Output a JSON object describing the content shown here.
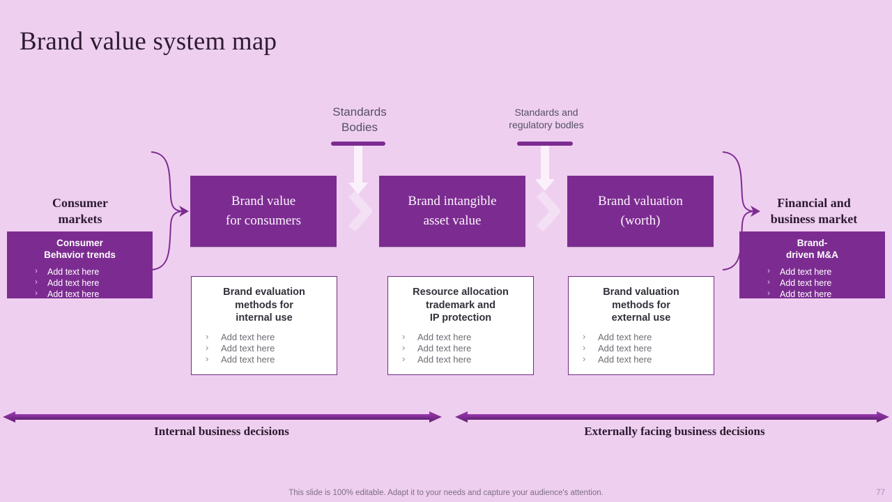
{
  "slide": {
    "title": "Brand value system map",
    "background_color": "#efcff0",
    "accent_color": "#7c2c91",
    "page_number": "77",
    "footer_note": "This slide is 100% editable. Adapt it to your needs and capture your audience's attention."
  },
  "top_labels": [
    {
      "text": "Standards\nBodies",
      "line1": "Standards",
      "line2": "Bodies"
    },
    {
      "text": "Standards and\nregulatory bodles",
      "line1": "Standards and",
      "line2": "regulatory bodles"
    }
  ],
  "main_boxes": [
    {
      "line1": "Brand value",
      "line2": "for consumers"
    },
    {
      "line1": "Brand intangible",
      "line2": "asset value"
    },
    {
      "line1": "Brand  valuation",
      "line2": "(worth)"
    }
  ],
  "detail_boxes": [
    {
      "title_line1": "Brand evaluation",
      "title_line2": "methods for",
      "title_line3": "internal use",
      "bullets": [
        "Add text here",
        "Add text here",
        "Add text here"
      ]
    },
    {
      "title_line1": "Resource allocation",
      "title_line2": "trademark and",
      "title_line3": "IP protection",
      "bullets": [
        "Add text here",
        "Add text here",
        "Add text here"
      ]
    },
    {
      "title_line1": "Brand valuation",
      "title_line2": "methods for",
      "title_line3": "external use",
      "bullets": [
        "Add text here",
        "Add text here",
        "Add text here"
      ]
    }
  ],
  "left_side": {
    "heading_line1": "Consumer",
    "heading_line2": "markets",
    "box_title_line1": "Consumer",
    "box_title_line2": "Behavior trends",
    "bullets": [
      "Add text here",
      "Add text here",
      "Add text here"
    ]
  },
  "right_side": {
    "heading_line1": "Financial and",
    "heading_line2": "business market",
    "box_title_line1": "Brand-",
    "box_title_line2": "driven M&A",
    "bullets": [
      "Add text here",
      "Add text here",
      "Add text here"
    ]
  },
  "bottom_arrows": [
    {
      "label": "Internal business decisions"
    },
    {
      "label": "Externally facing business decisions"
    }
  ]
}
